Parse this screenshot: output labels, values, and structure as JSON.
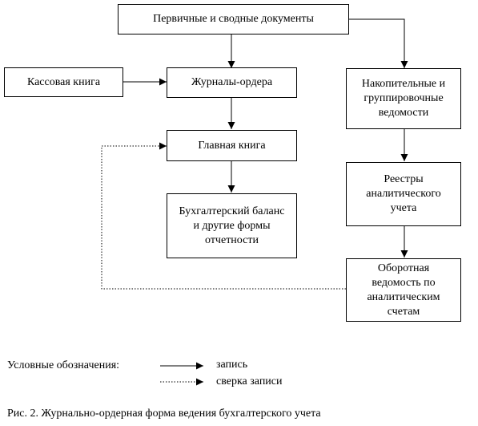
{
  "diagram": {
    "nodes": {
      "primary_docs": "Первичные и сводные документы",
      "cash_book": "Кассовая книга",
      "journals": "Журналы-ордера",
      "ledger": "Главная книга",
      "balance": "Бухгалтерский баланс и другие формы отчетности",
      "accum": "Накопительные и группировочные ведомости",
      "registers": "Реестры аналитического учета",
      "turnover": "Оборотная ведомость по аналитическим счетам"
    },
    "legend": {
      "title": "Условные обозначения:",
      "solid": "запись",
      "dotted": "сверка записи"
    },
    "caption": "Рис. 2. Журнально-ордерная форма ведения бухгалтерского учета"
  }
}
